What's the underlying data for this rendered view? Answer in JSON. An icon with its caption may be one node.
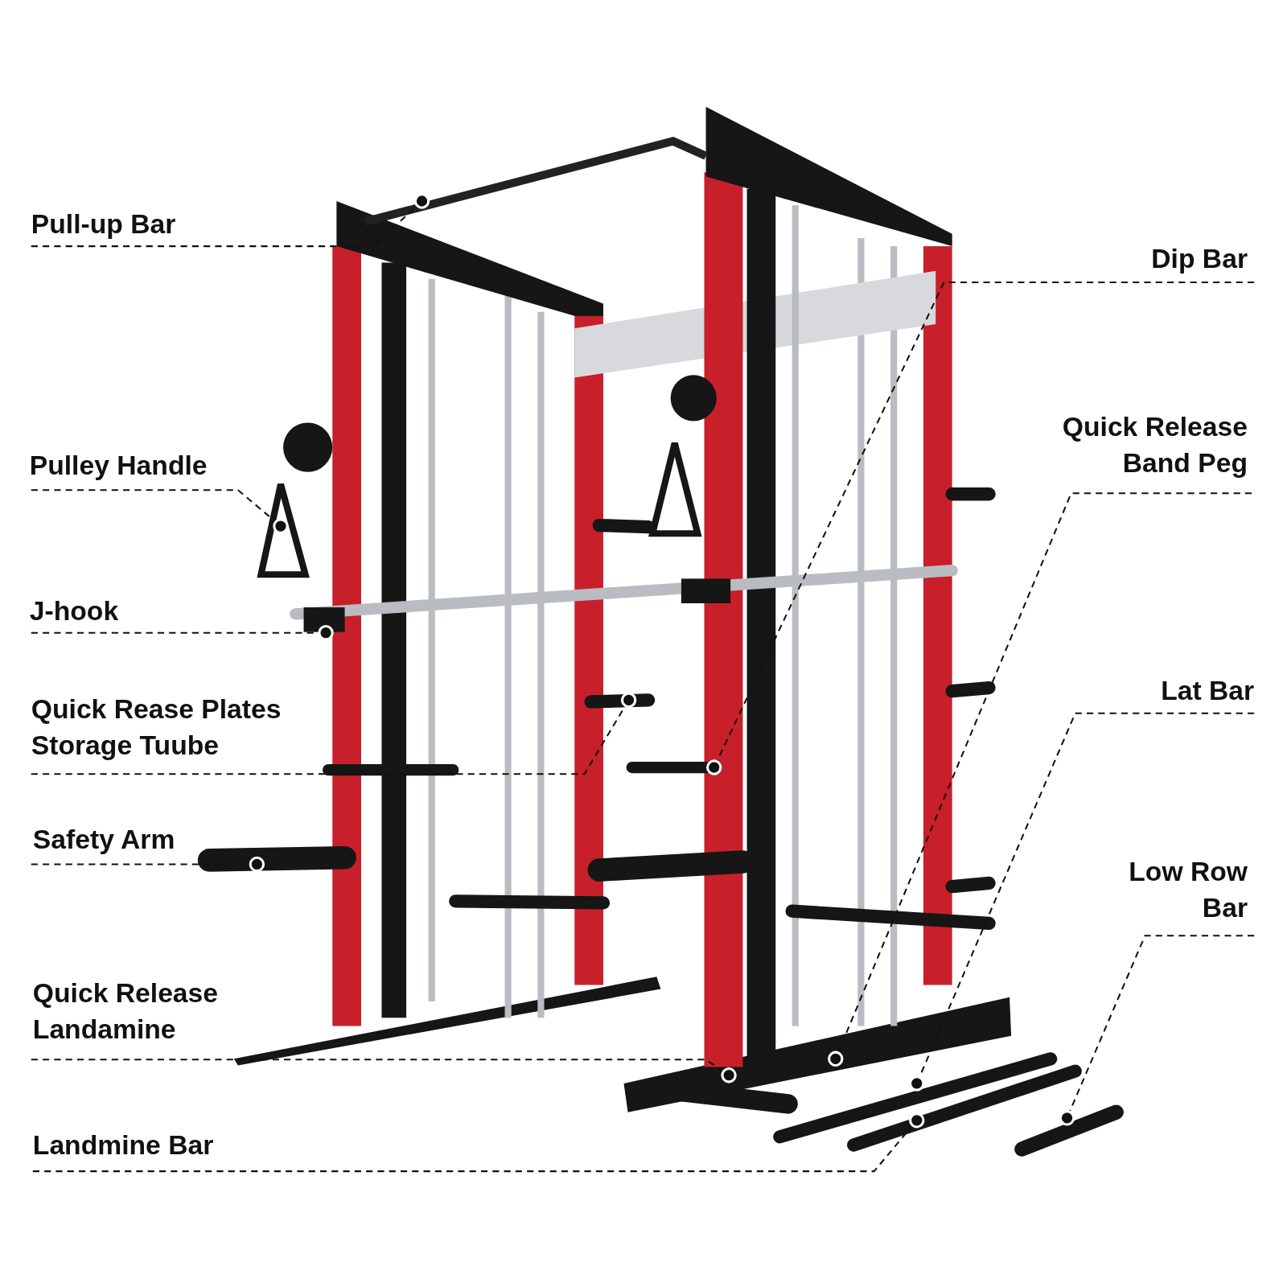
{
  "diagram": {
    "nodes": [
      {
        "text": [
          "Pull-up Bar"
        ]
      },
      {
        "text": [
          "Dip Bar"
        ]
      },
      {
        "text": [
          "Quick Release Band Peg"
        ]
      },
      {
        "text": [
          "Pulley Handle"
        ]
      },
      {
        "text": [
          "J-hook"
        ]
      },
      {
        "text": [
          "Lat Bar"
        ]
      },
      {
        "text": [
          "Quick Rease Plates Storage Tuube"
        ]
      },
      {
        "text": [
          "Safety Arm"
        ]
      },
      {
        "text": [
          "Low Row Bar"
        ]
      },
      {
        "text": [
          "Quick Release Landamine"
        ]
      },
      {
        "text": [
          "Landmine Bar"
        ]
      }
    ],
    "edges": [
      {
        "from": 0,
        "to": null,
        "arrow": "other",
        "style": "dashed"
      },
      {
        "from": 1,
        "to": null,
        "arrow": "other",
        "style": "dashed"
      },
      {
        "from": 2,
        "to": null,
        "arrow": "other",
        "style": "dashed"
      },
      {
        "from": 3,
        "to": null,
        "arrow": "other",
        "style": "dashed"
      },
      {
        "from": 4,
        "to": null,
        "arrow": "other",
        "style": "dashed"
      },
      {
        "from": 5,
        "to": null,
        "arrow": "other",
        "style": "dashed"
      },
      {
        "from": 6,
        "to": null,
        "arrow": "other",
        "style": "dashed"
      },
      {
        "from": 7,
        "to": null,
        "arrow": "other",
        "style": "dashed"
      },
      {
        "from": 8,
        "to": null,
        "arrow": "other",
        "style": "dashed"
      },
      {
        "from": 9,
        "to": null,
        "arrow": "other",
        "style": "dashed"
      },
      {
        "from": 10,
        "to": null,
        "arrow": "other",
        "style": "dashed"
      }
    ]
  }
}
